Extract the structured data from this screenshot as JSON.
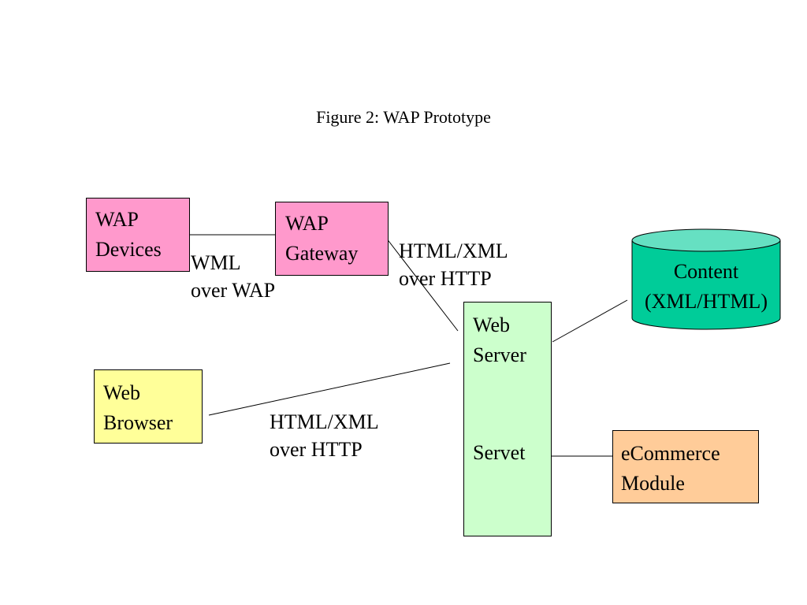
{
  "title": "Figure 2: WAP Prototype",
  "colors": {
    "wap_pink": "#ff99cc",
    "browser_yellow": "#ffff99",
    "server_green": "#ccffcc",
    "content_green": "#00cc99",
    "content_top": "#66e0c2",
    "ecommerce_orange": "#ffcc99"
  },
  "nodes": {
    "wap_devices": {
      "line1": "WAP",
      "line2": "Devices"
    },
    "wap_gateway": {
      "line1": "WAP",
      "line2": "Gateway"
    },
    "web_browser": {
      "line1": "Web",
      "line2": "Browser"
    },
    "web_server": {
      "line1": "Web",
      "line2": "Server",
      "line3": "Servet"
    },
    "content": {
      "line1": "Content",
      "line2": "(XML/HTML)"
    },
    "ecommerce": {
      "line1": "eCommerce",
      "line2": "Module"
    }
  },
  "edge_labels": {
    "devices_gateway": {
      "line1": "WML",
      "line2": "over WAP"
    },
    "gateway_server": {
      "line1": "HTML/XML",
      "line2": "over HTTP"
    },
    "browser_server": {
      "line1": "HTML/XML",
      "line2": "over HTTP"
    }
  }
}
